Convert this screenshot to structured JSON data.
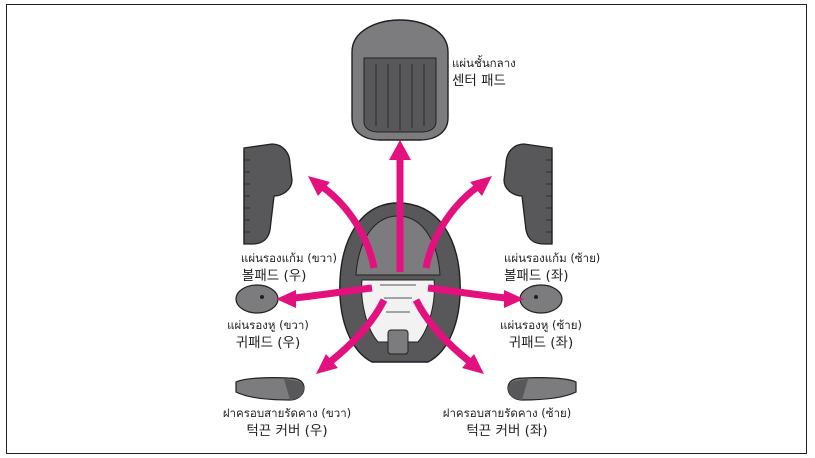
{
  "colors": {
    "arrow": "#e3117e",
    "pad_dark": "#58585a",
    "pad_mid": "#7c7c7e",
    "outline": "#231f20",
    "liner_light": "#f2f2f2"
  },
  "labels": {
    "center_pad": {
      "thai": "แผ่นชั้นกลาง",
      "korean": "센터 패드"
    },
    "cheek_pad_right": {
      "thai": "แผ่นรองแก้ม (ขวา)",
      "korean": "볼패드 (우)"
    },
    "cheek_pad_left": {
      "thai": "แผ่นรองแก้ม (ซ้าย)",
      "korean": "볼패드 (좌)"
    },
    "ear_pad_right": {
      "thai": "แผ่นรองหู (ขวา)",
      "korean": "귀패드 (우)"
    },
    "ear_pad_left": {
      "thai": "แผ่นรองหู (ซ้าย)",
      "korean": "귀패드 (좌)"
    },
    "chin_strap_cover_right": {
      "thai": "ฝาครอบสายรัดคาง (ขวา)",
      "korean": "턱끈 커버 (우)"
    },
    "chin_strap_cover_left": {
      "thai": "ฝาครอบสายรัดคาง (ซ้าย)",
      "korean": "턱끈 커버 (좌)"
    }
  }
}
